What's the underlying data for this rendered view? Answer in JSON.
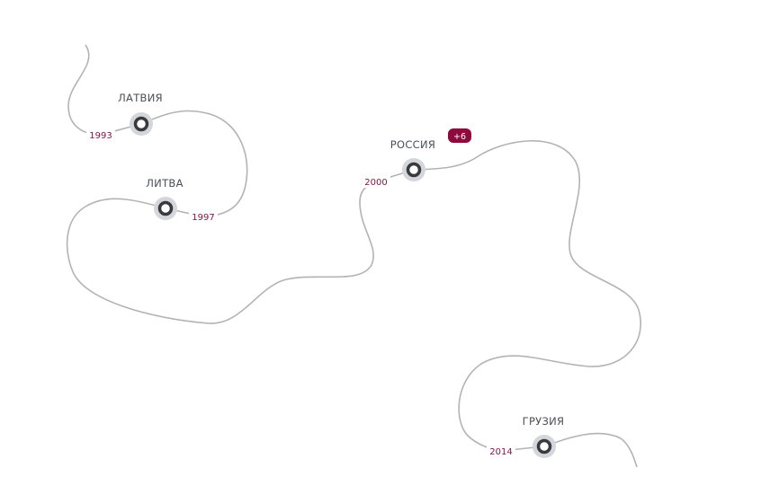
{
  "colors": {
    "line": "#b3b3b3",
    "node_ring": "#d3d6db",
    "node": "#3a3a3c",
    "year": "#7a1540",
    "badge": "#8c0a3c"
  },
  "events": [
    {
      "country": "ЛАТВИЯ",
      "year": "1993"
    },
    {
      "country": "ЛИТВА",
      "year": "1997"
    },
    {
      "country": "РОССИЯ",
      "year": "2000",
      "badge": "+6"
    },
    {
      "country": "ГРУЗИЯ",
      "year": "2014"
    }
  ]
}
